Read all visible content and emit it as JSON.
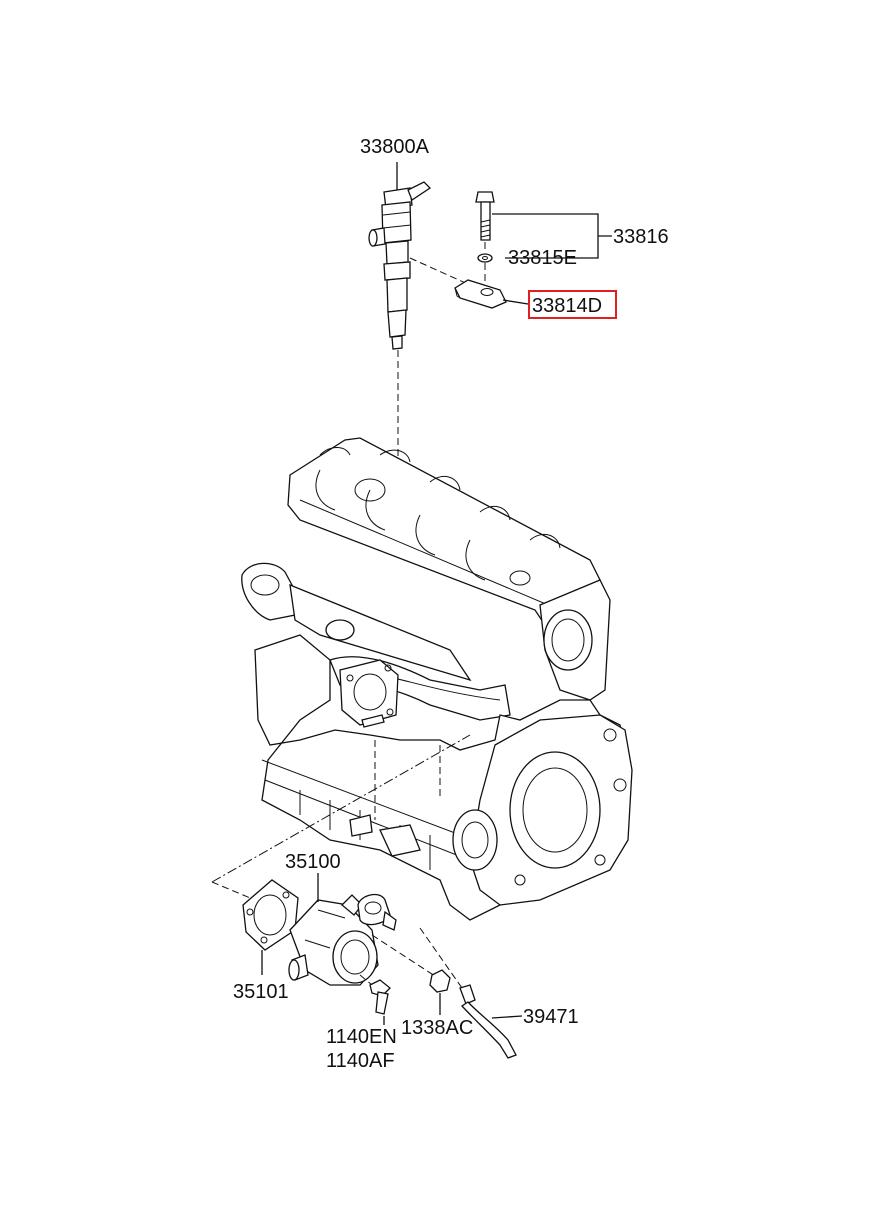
{
  "labels": {
    "injector": "33800A",
    "bolt_assy": "33816",
    "washer": "33815E",
    "clamp": "33814D",
    "thermostat_housing": "35100",
    "gasket": "35101",
    "bolt_1": "1140EN",
    "bolt_2": "1140AF",
    "nut": "1338AC",
    "hose": "39471"
  },
  "highlight": {
    "part": "33814D",
    "color": "#e02020"
  },
  "colors": {
    "line": "#111111",
    "background": "#ffffff"
  }
}
